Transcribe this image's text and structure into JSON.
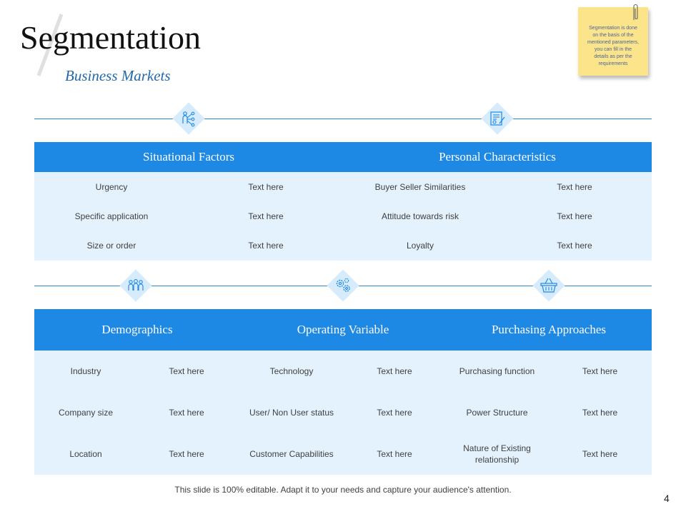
{
  "header": {
    "title": "Segmentation",
    "subtitle": "Business Markets"
  },
  "note": {
    "text": "Segmentation is done on the basis of the mentioned parameters, you can fill in the details as per the requirements"
  },
  "top_section": {
    "columns": [
      "Situational Factors",
      "Personal Characteristics"
    ],
    "rows": [
      [
        "Urgency",
        "Text here",
        "Buyer Seller Similarities",
        "Text here"
      ],
      [
        "Specific application",
        "Text here",
        "Attitude towards risk",
        "Text here"
      ],
      [
        "Size or order",
        "Text here",
        "Loyalty",
        "Text here"
      ]
    ]
  },
  "bottom_section": {
    "columns": [
      "Demographics",
      "Operating Variable",
      "Purchasing Approaches"
    ],
    "rows": [
      [
        "Industry",
        "Text here",
        "Technology",
        "Text here",
        "Purchasing function",
        "Text here"
      ],
      [
        "Company size",
        "Text here",
        "User/ Non User status",
        "Text here",
        "Power Structure",
        "Text here"
      ],
      [
        "Location",
        "Text here",
        "Customer Capabilities",
        "Text here",
        "Nature of Existing relationship",
        "Text here"
      ]
    ]
  },
  "icons": [
    "people-network-icon",
    "certificate-icon",
    "team-icon",
    "gears-icon",
    "basket-icon"
  ],
  "footer": {
    "text": "This slide is 100% editable. Adapt it to your needs and capture your audience's attention.",
    "page_number": "4"
  },
  "colors": {
    "accent": "#1E88E5",
    "row_background": "#E4F2FD",
    "subtitle": "#2268AD",
    "note": "#FBE48A"
  }
}
